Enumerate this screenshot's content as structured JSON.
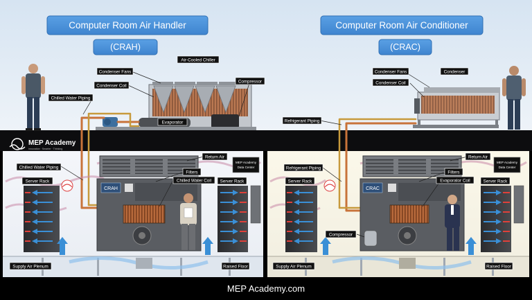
{
  "titles": {
    "crah_name": "Computer Room Air Handler",
    "crah_abbr": "(CRAH)",
    "crac_name": "Computer Room Air Conditioner",
    "crac_abbr": "(CRAC)"
  },
  "left_labels": {
    "air_cooled_chiller": "Air-Cooled Chiller",
    "condenser_fans": "Condenser Fans",
    "condenser_coil": "Condenser Coil",
    "compressor": "Compressor",
    "chilled_water_piping_top": "Chilled Water Piping",
    "evaporator": "Evaporator",
    "return_air": "Return Air",
    "chilled_water_piping": "Chilled Water Piping",
    "filters": "Filters",
    "chilled_water_coil": "Chilled Water Coil",
    "server_rack_left": "Server Rack",
    "server_rack_right": "Server Rack",
    "unit_tag": "CRAH",
    "supply_air_plenum": "Supply Air Plenum",
    "raised_floor": "Raised Floor"
  },
  "right_labels": {
    "condenser_fans": "Condenser Fans",
    "condenser": "Condenser",
    "condenser_coil": "Condenser Coil",
    "refrigerant_piping_top": "Refrigerant Piping",
    "return_air": "Return Air",
    "refrigerant_piping": "Refrigerant Piping",
    "filters": "Filters",
    "evaporator_coil": "Evaporator Coil",
    "server_rack_left": "Server Rack",
    "server_rack_right": "Server Rack",
    "unit_tag": "CRAC",
    "compressor": "Compressor",
    "supply_air_plenum": "Supply Air Plenum",
    "raised_floor": "Raised Floor"
  },
  "signs": {
    "line1": "MEP Academy",
    "line2": "Data Center"
  },
  "brand": {
    "logo_text": "MEP Academy",
    "tagline": "Innovation · Smarter · Thinking"
  },
  "footer": {
    "text": "MEP Academy.com"
  },
  "colors": {
    "title_box": "#4a90d9",
    "sky": "#dde9f5",
    "pipe": "#c8733a",
    "pipe_gold": "#c79a3c",
    "airflow_blue": "#3a8fd6",
    "hot_air": "#e8433a",
    "unit_gray": "#5a5d62"
  }
}
